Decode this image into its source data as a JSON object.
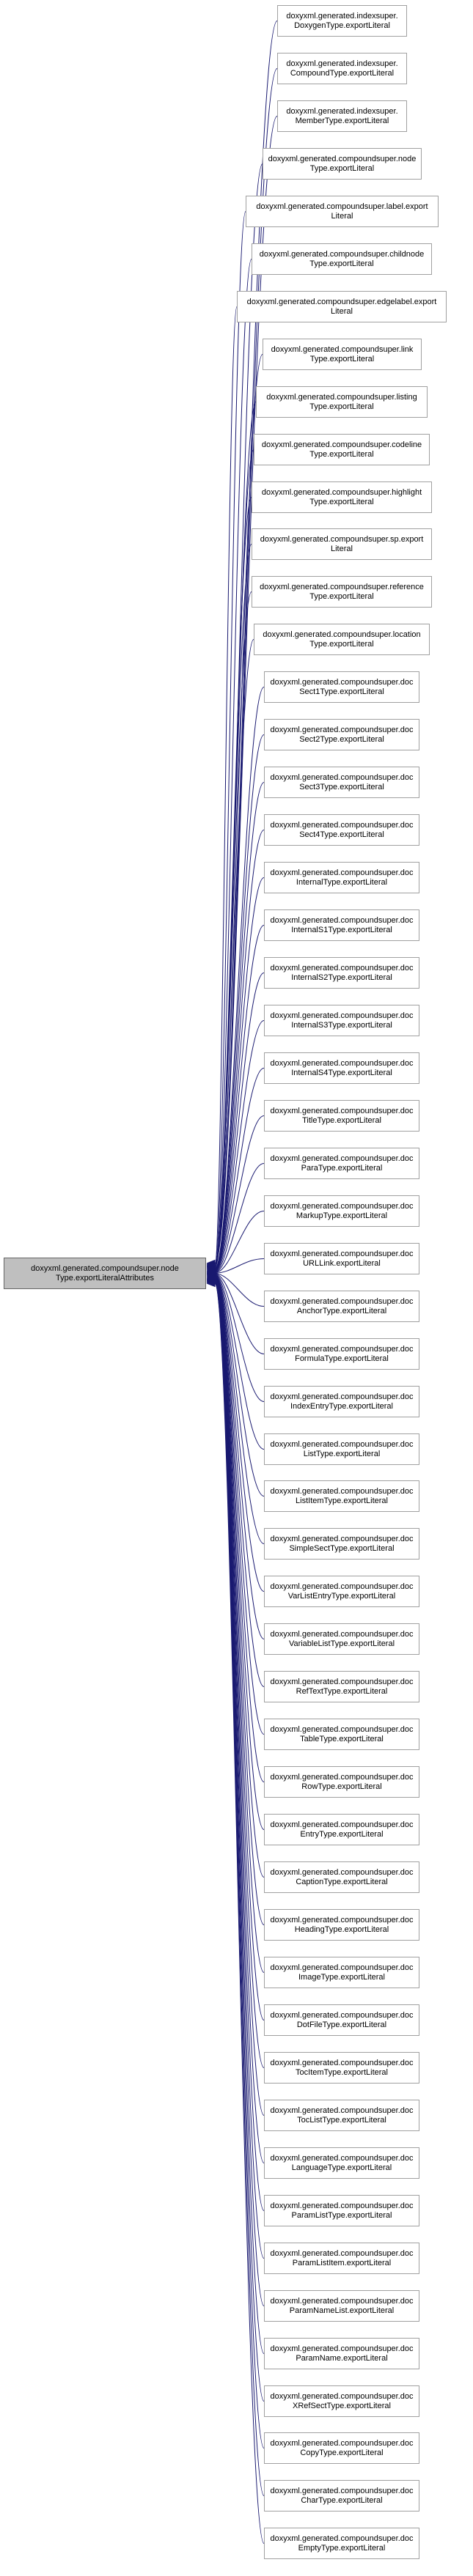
{
  "colors": {
    "edge": "#191970",
    "root_fill": "#bfbfbf",
    "node_border": "#a0a0a0"
  },
  "root": {
    "label": "doxyxml.generated.compoundsuper.node\nType.exportLiteralAttributes"
  },
  "callers": [
    {
      "label": "doxyxml.generated.indexsuper.\nDoxygenType.exportLiteral"
    },
    {
      "label": "doxyxml.generated.indexsuper.\nCompoundType.exportLiteral"
    },
    {
      "label": "doxyxml.generated.indexsuper.\nMemberType.exportLiteral"
    },
    {
      "label": "doxyxml.generated.compoundsuper.node\nType.exportLiteral"
    },
    {
      "label": "doxyxml.generated.compoundsuper.label.export\nLiteral"
    },
    {
      "label": "doxyxml.generated.compoundsuper.childnode\nType.exportLiteral"
    },
    {
      "label": "doxyxml.generated.compoundsuper.edgelabel.export\nLiteral"
    },
    {
      "label": "doxyxml.generated.compoundsuper.link\nType.exportLiteral"
    },
    {
      "label": "doxyxml.generated.compoundsuper.listing\nType.exportLiteral"
    },
    {
      "label": "doxyxml.generated.compoundsuper.codeline\nType.exportLiteral"
    },
    {
      "label": "doxyxml.generated.compoundsuper.highlight\nType.exportLiteral"
    },
    {
      "label": "doxyxml.generated.compoundsuper.sp.export\nLiteral"
    },
    {
      "label": "doxyxml.generated.compoundsuper.reference\nType.exportLiteral"
    },
    {
      "label": "doxyxml.generated.compoundsuper.location\nType.exportLiteral"
    },
    {
      "label": "doxyxml.generated.compoundsuper.doc\nSect1Type.exportLiteral"
    },
    {
      "label": "doxyxml.generated.compoundsuper.doc\nSect2Type.exportLiteral"
    },
    {
      "label": "doxyxml.generated.compoundsuper.doc\nSect3Type.exportLiteral"
    },
    {
      "label": "doxyxml.generated.compoundsuper.doc\nSect4Type.exportLiteral"
    },
    {
      "label": "doxyxml.generated.compoundsuper.doc\nInternalType.exportLiteral"
    },
    {
      "label": "doxyxml.generated.compoundsuper.doc\nInternalS1Type.exportLiteral"
    },
    {
      "label": "doxyxml.generated.compoundsuper.doc\nInternalS2Type.exportLiteral"
    },
    {
      "label": "doxyxml.generated.compoundsuper.doc\nInternalS3Type.exportLiteral"
    },
    {
      "label": "doxyxml.generated.compoundsuper.doc\nInternalS4Type.exportLiteral"
    },
    {
      "label": "doxyxml.generated.compoundsuper.doc\nTitleType.exportLiteral"
    },
    {
      "label": "doxyxml.generated.compoundsuper.doc\nParaType.exportLiteral"
    },
    {
      "label": "doxyxml.generated.compoundsuper.doc\nMarkupType.exportLiteral"
    },
    {
      "label": "doxyxml.generated.compoundsuper.doc\nURLLink.exportLiteral"
    },
    {
      "label": "doxyxml.generated.compoundsuper.doc\nAnchorType.exportLiteral"
    },
    {
      "label": "doxyxml.generated.compoundsuper.doc\nFormulaType.exportLiteral"
    },
    {
      "label": "doxyxml.generated.compoundsuper.doc\nIndexEntryType.exportLiteral"
    },
    {
      "label": "doxyxml.generated.compoundsuper.doc\nListType.exportLiteral"
    },
    {
      "label": "doxyxml.generated.compoundsuper.doc\nListItemType.exportLiteral"
    },
    {
      "label": "doxyxml.generated.compoundsuper.doc\nSimpleSectType.exportLiteral"
    },
    {
      "label": "doxyxml.generated.compoundsuper.doc\nVarListEntryType.exportLiteral"
    },
    {
      "label": "doxyxml.generated.compoundsuper.doc\nVariableListType.exportLiteral"
    },
    {
      "label": "doxyxml.generated.compoundsuper.doc\nRefTextType.exportLiteral"
    },
    {
      "label": "doxyxml.generated.compoundsuper.doc\nTableType.exportLiteral"
    },
    {
      "label": "doxyxml.generated.compoundsuper.doc\nRowType.exportLiteral"
    },
    {
      "label": "doxyxml.generated.compoundsuper.doc\nEntryType.exportLiteral"
    },
    {
      "label": "doxyxml.generated.compoundsuper.doc\nCaptionType.exportLiteral"
    },
    {
      "label": "doxyxml.generated.compoundsuper.doc\nHeadingType.exportLiteral"
    },
    {
      "label": "doxyxml.generated.compoundsuper.doc\nImageType.exportLiteral"
    },
    {
      "label": "doxyxml.generated.compoundsuper.doc\nDotFileType.exportLiteral"
    },
    {
      "label": "doxyxml.generated.compoundsuper.doc\nTocItemType.exportLiteral"
    },
    {
      "label": "doxyxml.generated.compoundsuper.doc\nTocListType.exportLiteral"
    },
    {
      "label": "doxyxml.generated.compoundsuper.doc\nLanguageType.exportLiteral"
    },
    {
      "label": "doxyxml.generated.compoundsuper.doc\nParamListType.exportLiteral"
    },
    {
      "label": "doxyxml.generated.compoundsuper.doc\nParamListItem.exportLiteral"
    },
    {
      "label": "doxyxml.generated.compoundsuper.doc\nParamNameList.exportLiteral"
    },
    {
      "label": "doxyxml.generated.compoundsuper.doc\nParamName.exportLiteral"
    },
    {
      "label": "doxyxml.generated.compoundsuper.doc\nXRefSectType.exportLiteral"
    },
    {
      "label": "doxyxml.generated.compoundsuper.doc\nCopyType.exportLiteral"
    },
    {
      "label": "doxyxml.generated.compoundsuper.doc\nCharType.exportLiteral"
    },
    {
      "label": "doxyxml.generated.compoundsuper.doc\nEmptyType.exportLiteral"
    }
  ]
}
